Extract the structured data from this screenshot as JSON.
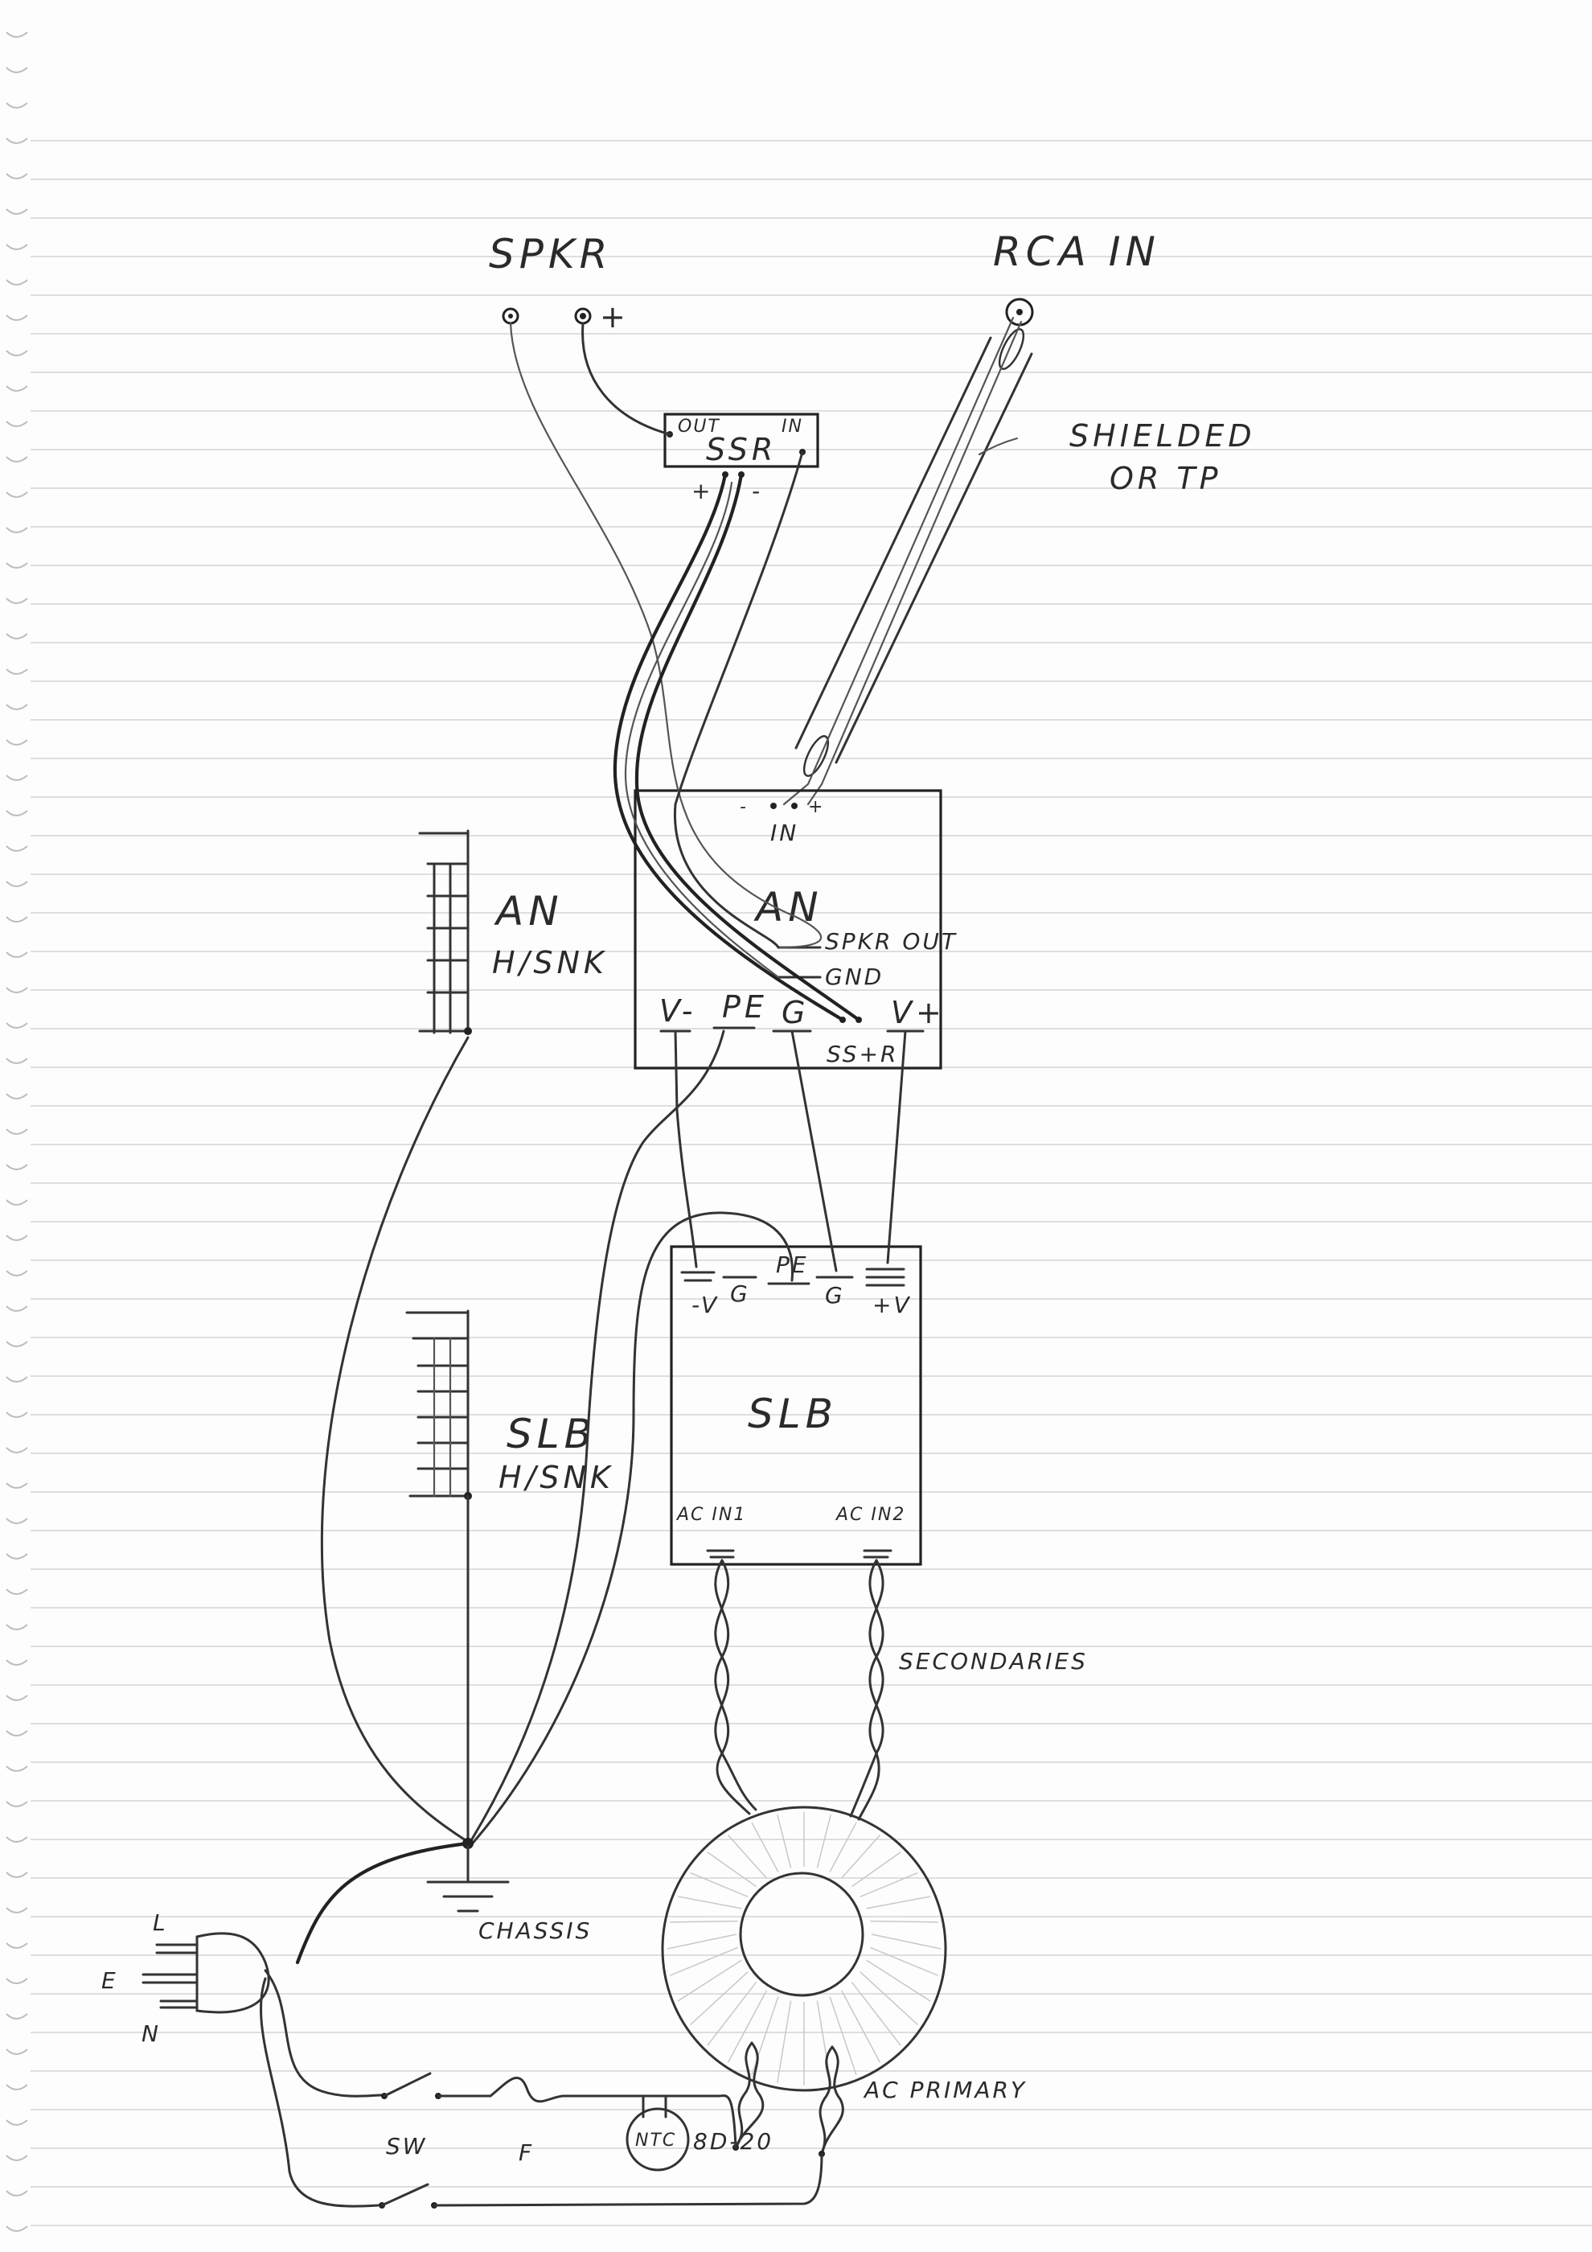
{
  "labels": {
    "spkr": "SPKR",
    "spkr_plus": "+",
    "rca_in": "RCA IN",
    "shielded_1": "SHIELDED",
    "shielded_2": "OR TP",
    "ssr_title": "SSR",
    "ssr_out": "OUT",
    "ssr_in": "IN",
    "ssr_plus": "+",
    "ssr_minus": "-",
    "an_title": "AN",
    "an_in": "IN",
    "an_in_minus": "-",
    "an_in_plus": "+",
    "an_spkr_out": "SPKR OUT",
    "an_gnd": "GND",
    "an_vminus": "V-",
    "an_pe": "PE",
    "an_g": "G",
    "an_ssr": "SS+R",
    "an_vplus": "V+",
    "an_heatsink_1": "AN",
    "an_heatsink_2": "H/SNK",
    "slb_title": "SLB",
    "slb_minus_v": "-V",
    "slb_g1": "G",
    "slb_pe": "PE",
    "slb_g2": "G",
    "slb_plus_v": "+V",
    "slb_ac_in1": "AC IN1",
    "slb_ac_in2": "AC IN2",
    "slb_heatsink_1": "SLB",
    "slb_heatsink_2": "H/SNK",
    "secondaries": "SECONDARIES",
    "chassis": "CHASSIS",
    "plug_l": "L",
    "plug_e": "E",
    "plug_n": "N",
    "sw": "SW",
    "fuse": "F",
    "ntc": "NTC",
    "ntc_part": "8D-20",
    "ac_primary": "AC PRIMARY"
  },
  "colors": {
    "ink": "#2a2a2a",
    "paper": "#fdfdfd",
    "ruled_line": "#d4d4d4",
    "binding_ring": "#bdbdbd"
  }
}
